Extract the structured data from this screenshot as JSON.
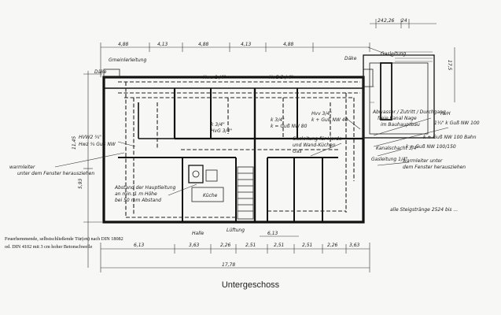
{
  "drawing": {
    "caption": "Untergeschoss",
    "printed_note": {
      "line1": "Feuerhemmende, selbstschließende Tür(en) nach DIN 18082",
      "line2": "od. DIN 4102 mit 3 cm hoher Betonschwelle"
    },
    "top_dimensions": [
      "4,88",
      "4,13",
      "4,88",
      "4,13",
      "4,88",
      "24",
      "2,26",
      "24"
    ],
    "bottom_dimensions": [
      "6,13",
      "3,63",
      "2,26",
      "2,51",
      "2,51",
      "2,51",
      "2,26",
      "3,63",
      "6,13"
    ],
    "overall_width": "17,78",
    "left_height": "11,45",
    "left_inner": "5,93",
    "right_height": "17,5",
    "hand_notes": {
      "daecke": "Däke",
      "daecke_right": "Däke",
      "gemeinsame_leitung": "Gmeinlerleitung",
      "hwa": "Hwa 1 /4\"",
      "hvg": "HvG 3 / 4\"",
      "gas": "Gasleitung",
      "left_w1": "HVW2 ¾\"",
      "left_w2": "Hwz ¾ GuS NW",
      "warmleiter": "warmleiter",
      "warmleiter_sub": "unter dem Fenster herausziehen",
      "mid_a": "k 3/4\"",
      "mid_b": "HvG 3/4\"",
      "mid_c": "k 3/4\"",
      "mid_d": "k = Guß NW 80",
      "mid_e": "Hvv 3/4\"",
      "mid_f": "k + Guß NW 40",
      "box1_l1": "Gasleitung für Herde",
      "box1_l2": "und Wand-Küchen",
      "box1_l3": "Gas",
      "r_1a": "Abwasser / Zutritt / Durchgang",
      "r_1b": "freie Kanal Nage",
      "r_1c": "im Bauhauptbau",
      "r_2": "Kanalschacht 3/4\"",
      "r_3": "HvH",
      "r_4": "1¼\" k Guß NW 100",
      "r_5": "k + Guß NW 100 Bahn",
      "r_6": "k + Guß NW 100/150",
      "r_7": "warmleiter unter",
      "r_8": "dem Fenster herausziehen",
      "r_9": "Gasleitung 1/4\"",
      "r_10": "alle Steigstränge 2524 bis ...",
      "abstand_1": "Abstand der Hauptleitung",
      "abstand_2": "an min. 1 m Höhe",
      "abstand_3": "bei 50 mm Abstand",
      "halle": "Halle",
      "kueche": "Küche",
      "lueftung": "Lüftung"
    }
  }
}
